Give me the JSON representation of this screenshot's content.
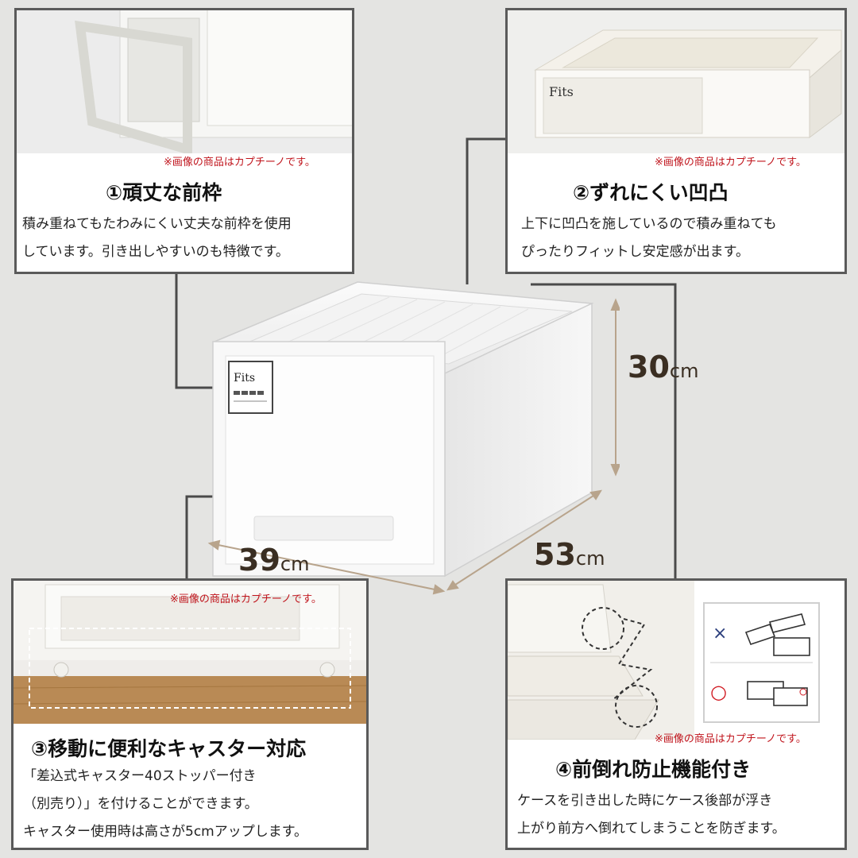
{
  "product": {
    "brand_label": "Fits"
  },
  "dimensions": {
    "height": {
      "value": "30",
      "unit": "cm"
    },
    "width": {
      "value": "39",
      "unit": "cm"
    },
    "depth": {
      "value": "53",
      "unit": "cm"
    }
  },
  "features": [
    {
      "title": "①頑丈な前枠",
      "desc_lines": [
        "積み重ねてもたわみにくい丈夫な前枠を使用",
        "しています。引き出しやすいのも特徴です。"
      ],
      "note": "※画像の商品はカプチーノです。"
    },
    {
      "title": "②ずれにくい凹凸",
      "desc_lines": [
        "上下に凹凸を施しているので積み重ねても",
        "ぴったりフィットし安定感が出ます。"
      ],
      "note": "※画像の商品はカプチーノです。"
    },
    {
      "title": "③移動に便利なキャスター対応",
      "desc_lines": [
        "「差込式キャスター40ストッパー付き",
        "（別売り）」を付けることができます。",
        "キャスター使用時は高さが5cmアップします。"
      ],
      "note": "※画像の商品はカプチーノです。"
    },
    {
      "title": "④前倒れ防止機能付き",
      "desc_lines": [
        "ケースを引き出した時にケース後部が浮き",
        "上がり前方へ倒れてしまうことを防ぎます。"
      ],
      "note": "※画像の商品はカプチーノです。",
      "compare": {
        "bad_symbol": "×",
        "good_symbol": "○"
      }
    }
  ]
}
